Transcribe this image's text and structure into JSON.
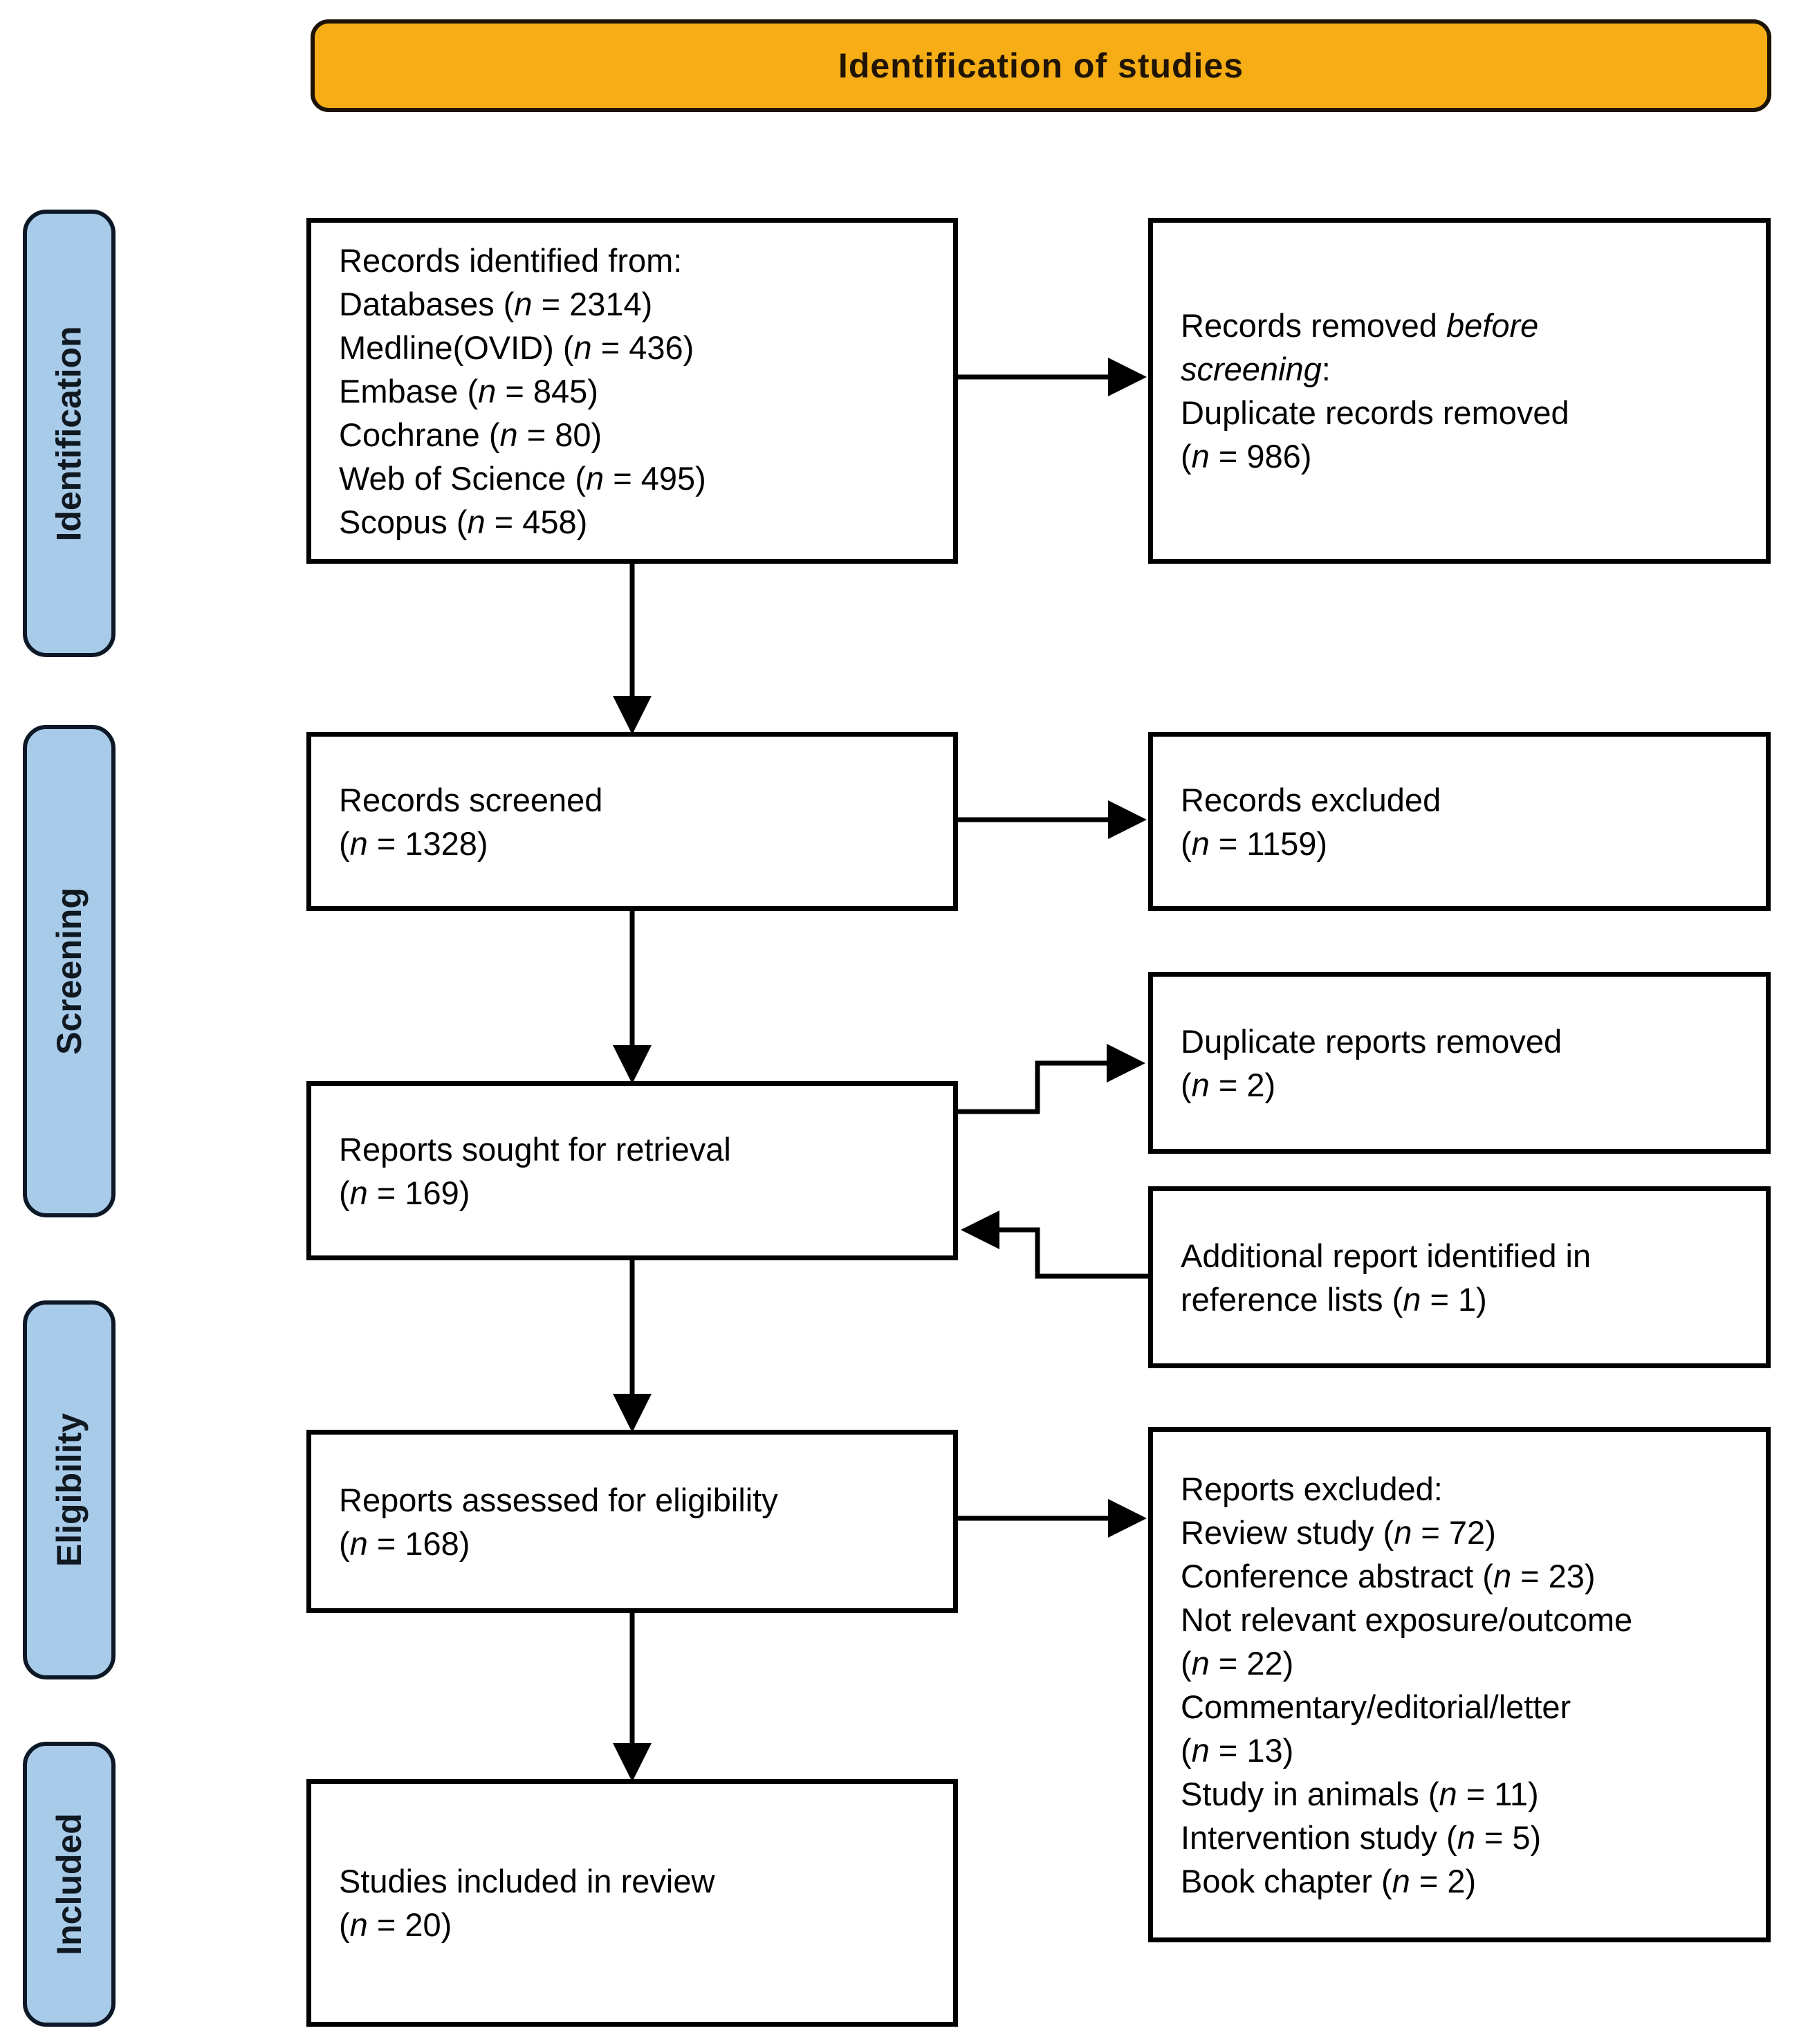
{
  "banner": {
    "title": "Identification of studies"
  },
  "colors": {
    "banner_fill": "#F7AD15",
    "banner_border": "#1c1206",
    "sidebar_fill": "#A8CBEA",
    "sidebar_border": "#0d1826",
    "box_border": "#000000",
    "arrow": "#000000",
    "background": "#FFFFFF"
  },
  "sidebar": {
    "items": [
      {
        "label": "Identification"
      },
      {
        "label": "Screening"
      },
      {
        "label": "Eligibility"
      },
      {
        "label": "Included"
      }
    ]
  },
  "flow": {
    "records_identified": {
      "lines": [
        [
          "Records identified from:"
        ],
        [
          "Databases (",
          "n",
          " = 2314)"
        ],
        [
          "Medline(OVID) (",
          "n",
          " = 436)"
        ],
        [
          "Embase (",
          "n",
          " = 845)"
        ],
        [
          "Cochrane (",
          "n",
          " = 80)"
        ],
        [
          "Web of Science (",
          "n",
          " = 495)"
        ],
        [
          "Scopus (",
          "n",
          " = 458)"
        ]
      ]
    },
    "records_removed": {
      "lines": [
        [
          "Records removed ",
          "before"
        ],
        [
          "",
          "screening",
          ":"
        ],
        [
          "Duplicate records removed"
        ],
        [
          "(",
          "n",
          " = 986)"
        ]
      ]
    },
    "records_screened": {
      "lines": [
        [
          "Records screened"
        ],
        [
          "(",
          "n",
          " = 1328)"
        ]
      ]
    },
    "records_excluded": {
      "lines": [
        [
          "Records excluded"
        ],
        [
          "(",
          "n",
          " = 1159)"
        ]
      ]
    },
    "duplicate_reports_removed": {
      "lines": [
        [
          "Duplicate reports removed"
        ],
        [
          "(",
          "n",
          " = 2)"
        ]
      ]
    },
    "reports_sought": {
      "lines": [
        [
          "Reports sought for retrieval"
        ],
        [
          "(",
          "n",
          " = 169)"
        ]
      ]
    },
    "additional_report": {
      "lines": [
        [
          "Additional report identified in"
        ],
        [
          "reference lists (",
          "n",
          " = 1)"
        ]
      ]
    },
    "reports_assessed": {
      "lines": [
        [
          "Reports assessed for eligibility"
        ],
        [
          "(",
          "n",
          " = 168)"
        ]
      ]
    },
    "reports_excluded": {
      "lines": [
        [
          "Reports excluded:"
        ],
        [
          "Review study (",
          "n",
          " = 72)"
        ],
        [
          "Conference abstract (",
          "n",
          " = 23)"
        ],
        [
          "Not relevant exposure/outcome"
        ],
        [
          "(",
          "n",
          " = 22)"
        ],
        [
          "Commentary/editorial/letter"
        ],
        [
          "(",
          "n",
          " = 13)"
        ],
        [
          "Study in animals (",
          "n",
          " = 11)"
        ],
        [
          "Intervention study (",
          "n",
          " = 5)"
        ],
        [
          "Book chapter (",
          "n",
          " = 2)"
        ]
      ]
    },
    "studies_included": {
      "lines": [
        [
          "Studies included in review"
        ],
        [
          "(",
          "n",
          " = 20)"
        ]
      ]
    }
  }
}
